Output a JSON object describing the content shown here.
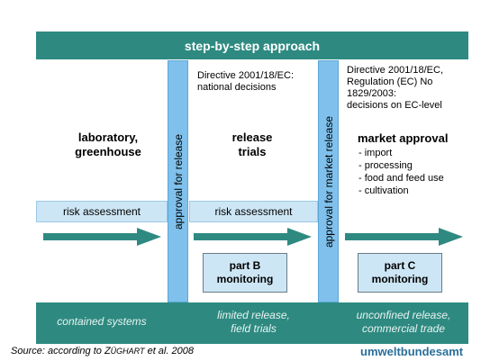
{
  "title": "step-by-step approach",
  "columns": {
    "laboratory": {
      "heading": [
        "laboratory,",
        "greenhouse"
      ],
      "bottom": [
        "contained systems"
      ]
    },
    "release": {
      "directive": [
        "Directive 2001/18/EC:",
        "national decisions"
      ],
      "heading": [
        "release",
        "trials"
      ],
      "monitoring": [
        "part B",
        "monitoring"
      ],
      "bottom": [
        "limited release,",
        "field trials"
      ]
    },
    "market": {
      "directive": [
        "Directive 2001/18/EC,",
        "Regulation (EC) No",
        "1829/2003:",
        "decisions on EC-level"
      ],
      "heading": "market approval",
      "items": [
        "- import",
        "- processing",
        "- food and feed use",
        "- cultivation"
      ],
      "monitoring": [
        "part C",
        "monitoring"
      ],
      "bottom": [
        "unconfined release,",
        "commercial trade"
      ]
    }
  },
  "vertical_bars": [
    "approval for release",
    "approval for market release"
  ],
  "risk_assessment": "risk assessment",
  "source_prefix": "Source: according to Z",
  "source_smallcaps": "ÜGHART",
  "source_suffix": " et al. 2008",
  "brand": "umweltbundesamt",
  "colors": {
    "teal": "#2e8a81",
    "light_blue": "#cde6f5",
    "bar_blue": "#7fc1ec"
  }
}
